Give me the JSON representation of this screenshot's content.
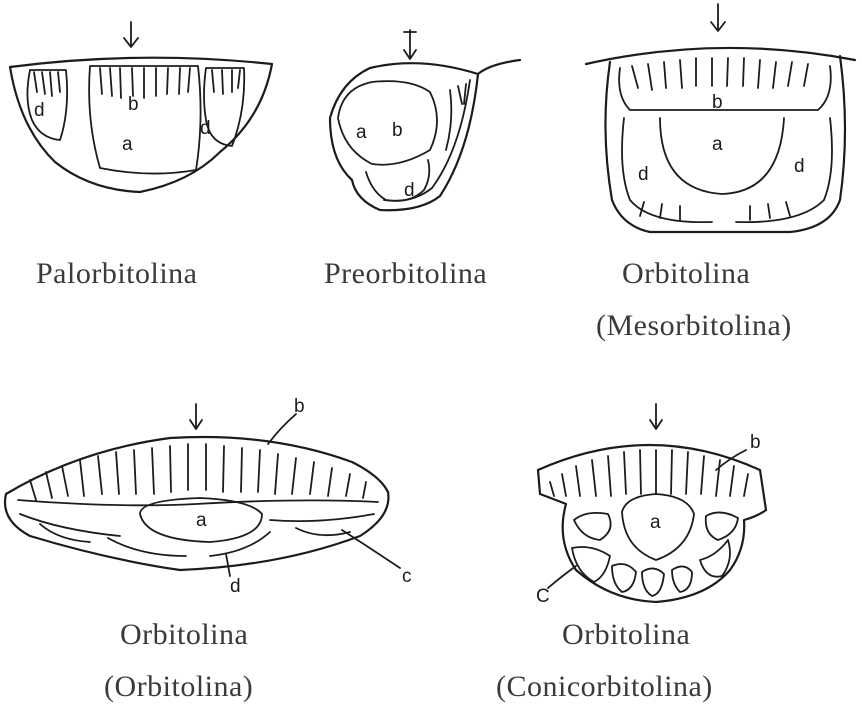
{
  "figures": [
    {
      "caption_lines": [
        "Palorbitolina"
      ],
      "letters": {
        "a": "a",
        "b": "b",
        "d_left": "d",
        "d_right": "d"
      }
    },
    {
      "caption_lines": [
        "Preorbitolina"
      ],
      "letters": {
        "a": "a",
        "b": "b",
        "d": "d"
      }
    },
    {
      "caption_lines": [
        "Orbitolina",
        "(Mesorbitolina)"
      ],
      "letters": {
        "a": "a",
        "b": "b",
        "d_left": "d",
        "d_right": "d"
      }
    },
    {
      "caption_lines": [
        "Orbitolina",
        "(Orbitolina)"
      ],
      "letters": {
        "a": "a",
        "b": "b",
        "c": "c",
        "d": "d"
      }
    },
    {
      "caption_lines": [
        "Orbitolina",
        "(Conicorbitolina)"
      ],
      "letters": {
        "a": "a",
        "b": "b",
        "c": "C"
      }
    }
  ]
}
